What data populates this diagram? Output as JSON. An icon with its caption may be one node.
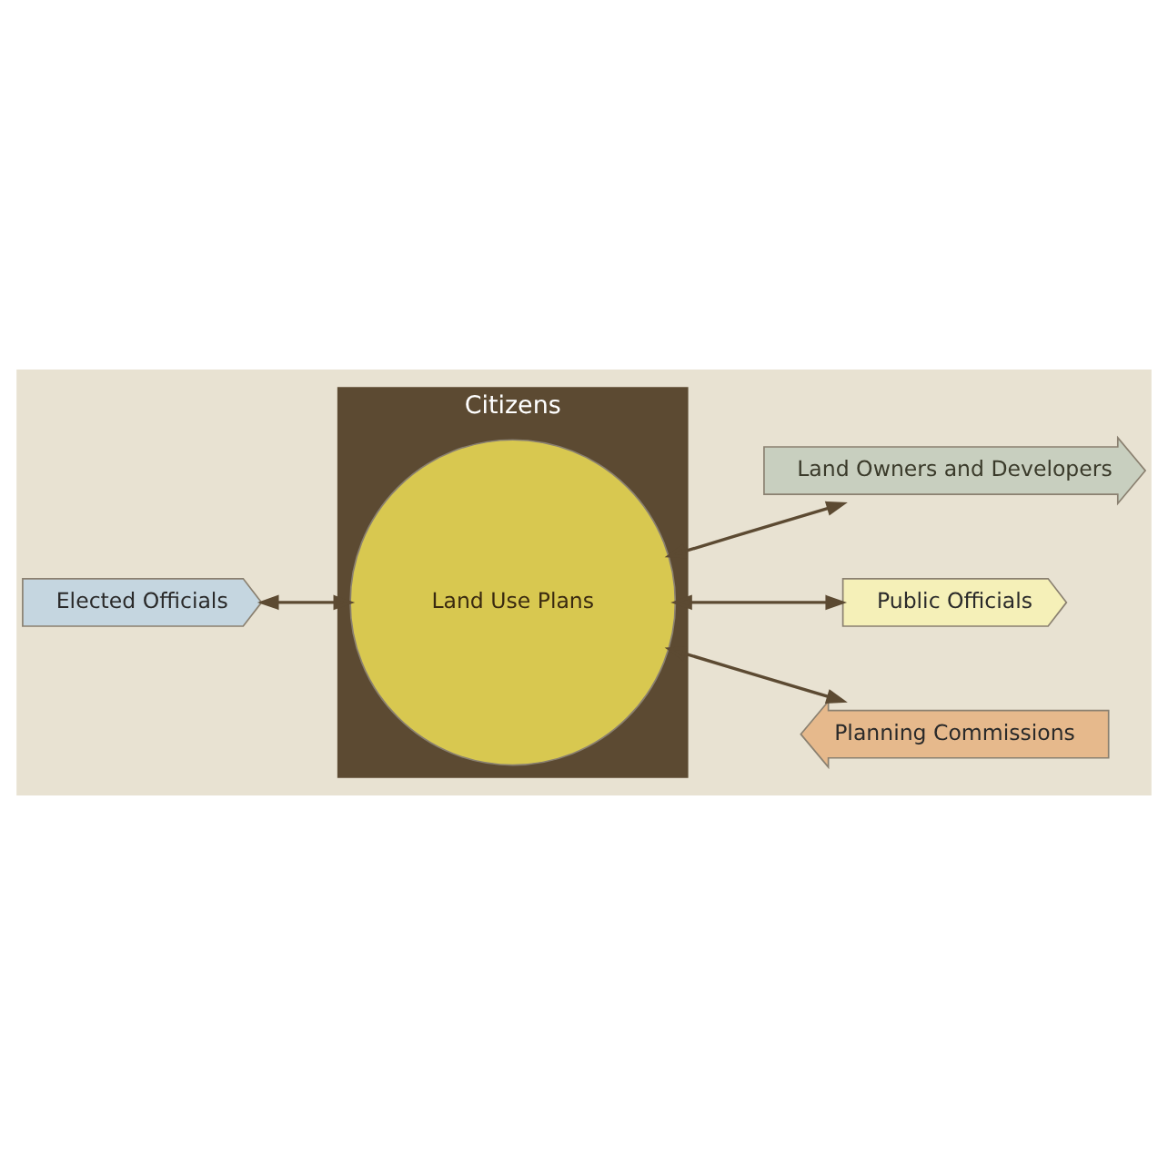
{
  "diagram": {
    "nodes": [
      {
        "text": [
          "Land Owners and Developers"
        ]
      },
      {
        "text": [
          "Citizens"
        ]
      },
      {
        "text": [
          "Elected Officials"
        ]
      },
      {
        "text": [
          "Land Use Plans"
        ],
        "in": 1
      },
      {
        "text": [
          "Public Officials"
        ]
      },
      {
        "text": [
          "Planning Commissions"
        ]
      }
    ],
    "edges": [
      {
        "from": 3,
        "to": 0,
        "arrow": "both"
      },
      {
        "from": 2,
        "to": 3,
        "arrow": "both"
      },
      {
        "from": 3,
        "to": 4,
        "arrow": "both"
      },
      {
        "from": 3,
        "to": 5,
        "arrow": "both"
      }
    ]
  }
}
